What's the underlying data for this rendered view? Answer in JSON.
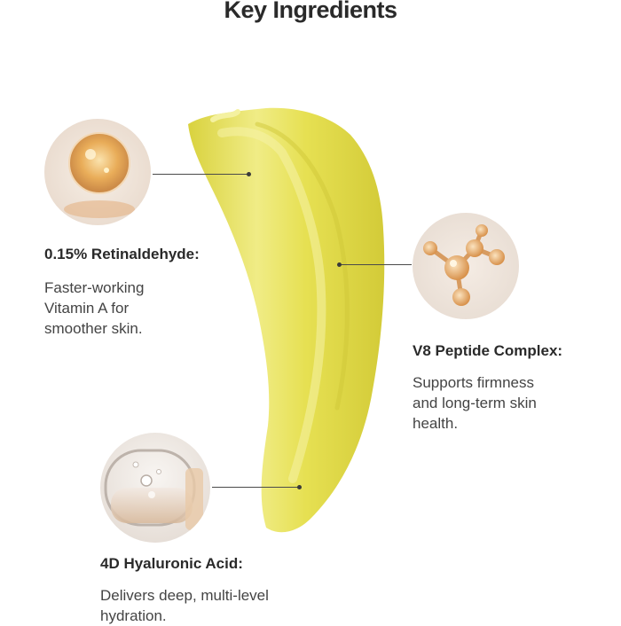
{
  "title": "Key Ingredients",
  "ingredients": [
    {
      "name": "0.15% Retinaldehyde:",
      "desc_lines": [
        "Faster-working",
        "Vitamin A for",
        "smoother skin."
      ]
    },
    {
      "name": "V8 Peptide Complex:",
      "desc_lines": [
        "Supports firmness",
        "and long-term skin",
        "health."
      ]
    },
    {
      "name": "4D Hyaluronic Acid:",
      "desc_lines": [
        "Delivers deep, multi-level",
        "hydration."
      ]
    }
  ],
  "colors": {
    "swatch": "#e8e255",
    "swatch_light": "#f1ee8a",
    "swatch_dark": "#d6cf3c",
    "text_dark": "#2a2a2a",
    "connector": "#4a4a4a"
  },
  "icons": {
    "retinaldehyde": "retinaldehyde-capsule-image",
    "peptide": "peptide-molecule-image",
    "hyaluronic": "hyaluronic-droplet-image"
  }
}
